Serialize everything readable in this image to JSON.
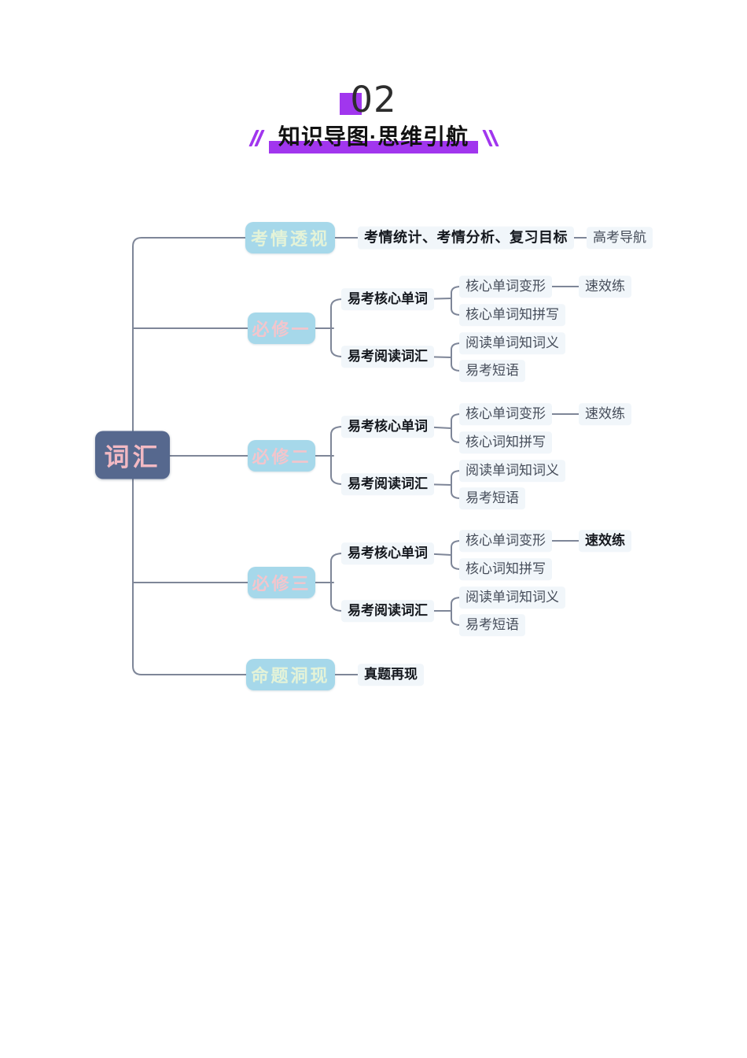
{
  "header": {
    "section_number": "02",
    "title": "知识导图·思维引航",
    "accent_color": "#a136ee"
  },
  "mindmap": {
    "colors": {
      "node_fill": "#a6d8ea",
      "node_text_green": "#e4f3d8",
      "node_text_pink": "#f3c5cc",
      "root_fill": "#56688e",
      "root_text": "#f2b9c3",
      "connector": "#7e8698",
      "label_background": "#f1f6fa"
    },
    "root": {
      "label": "词汇"
    },
    "branches": [
      {
        "label": "考情透视",
        "children": [
          {
            "label": "考情统计、考情分析、复习目标",
            "children": [
              {
                "label": "高考导航"
              }
            ]
          }
        ]
      },
      {
        "label": "必修一",
        "children": [
          {
            "label": "易考核心单词",
            "children": [
              {
                "label": "核心单词变形",
                "children": [
                  {
                    "label": "速效练"
                  }
                ]
              },
              {
                "label": "核心单词知拼写"
              }
            ]
          },
          {
            "label": "易考阅读词汇",
            "children": [
              {
                "label": "阅读单词知词义"
              },
              {
                "label": "易考短语"
              }
            ]
          }
        ]
      },
      {
        "label": "必修二",
        "children": [
          {
            "label": "易考核心单词",
            "children": [
              {
                "label": "核心单词变形",
                "children": [
                  {
                    "label": "速效练"
                  }
                ]
              },
              {
                "label": "核心词知拼写"
              }
            ]
          },
          {
            "label": "易考阅读词汇",
            "children": [
              {
                "label": "阅读单词知词义"
              },
              {
                "label": "易考短语"
              }
            ]
          }
        ]
      },
      {
        "label": "必修三",
        "children": [
          {
            "label": "易考核心单词",
            "children": [
              {
                "label": "核心单词变形",
                "children": [
                  {
                    "label": "速效练"
                  }
                ]
              },
              {
                "label": "核心词知拼写"
              }
            ]
          },
          {
            "label": "易考阅读词汇",
            "children": [
              {
                "label": "阅读单词知词义"
              },
              {
                "label": "易考短语"
              }
            ]
          }
        ]
      },
      {
        "label": "命题洞现",
        "children": [
          {
            "label": "真题再现"
          }
        ]
      }
    ]
  }
}
